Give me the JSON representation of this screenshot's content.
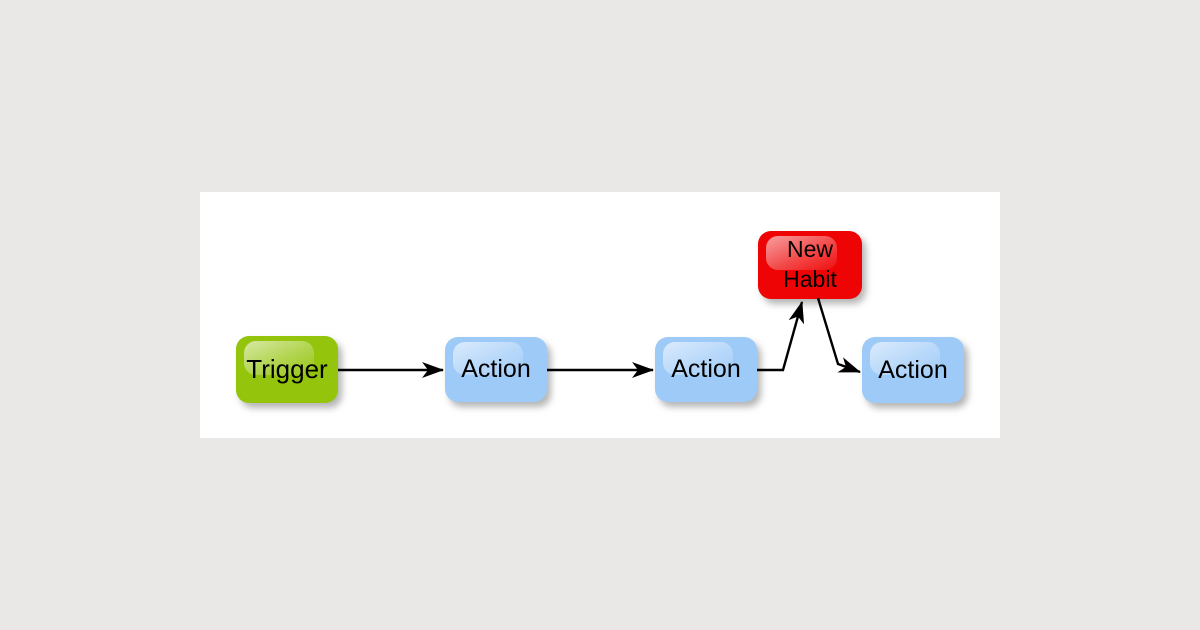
{
  "diagram": {
    "background_color": "#E9E8E6",
    "canvas_color": "#FFFFFF",
    "arrow_color": "#000000",
    "text_color": "#000000",
    "nodes": [
      {
        "id": "trigger",
        "label": "Trigger",
        "color": "#94C40C"
      },
      {
        "id": "action-1",
        "label": "Action",
        "color": "#9ECAF8"
      },
      {
        "id": "action-2",
        "label": "Action",
        "color": "#9ECAF8"
      },
      {
        "id": "new-habit",
        "label": "New Habit",
        "lines": [
          "New",
          "Habit"
        ],
        "color": "#EE0404"
      },
      {
        "id": "action-3",
        "label": "Action",
        "color": "#9ECAF8"
      }
    ],
    "edges": [
      {
        "from": "Trigger",
        "to": "Action 1"
      },
      {
        "from": "Action 1",
        "to": "Action 2"
      },
      {
        "from": "Action 2",
        "to": "New Habit"
      },
      {
        "from": "New Habit",
        "to": "Action 3"
      }
    ]
  }
}
